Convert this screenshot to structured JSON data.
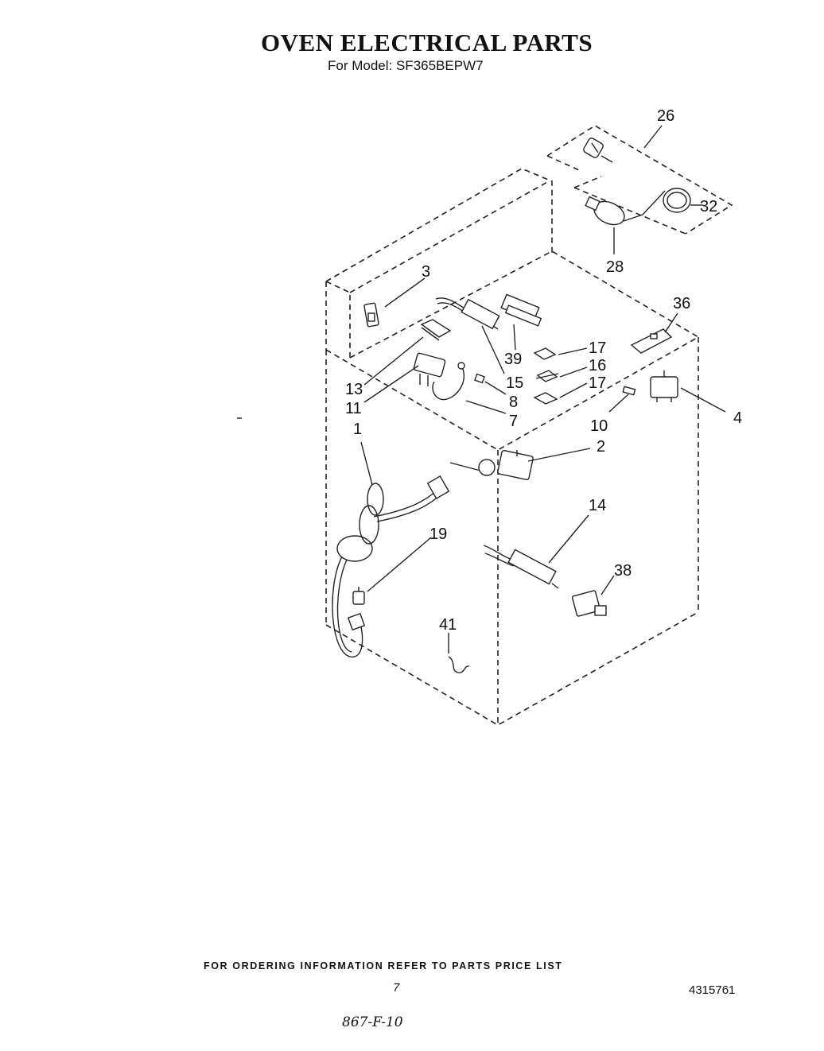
{
  "header": {
    "title": "OVEN ELECTRICAL PARTS",
    "subtitle": "For Model: SF365BEPW7"
  },
  "callouts": [
    "26",
    "32",
    "28",
    "3",
    "36",
    "39",
    "17",
    "16",
    "17",
    "15",
    "8",
    "7",
    "13",
    "11",
    "4",
    "10",
    "2",
    "1",
    "14",
    "19",
    "38",
    "41"
  ],
  "footer": {
    "ordering_note": "FOR ORDERING INFORMATION REFER TO PARTS PRICE LIST",
    "page_number": "7",
    "document_number": "4315761",
    "handwritten_code": "867-F-10"
  },
  "icons": [
    "light-socket-icon",
    "light-bulb-icon",
    "lens-icon",
    "wire-harness-icon",
    "power-cord-icon"
  ]
}
